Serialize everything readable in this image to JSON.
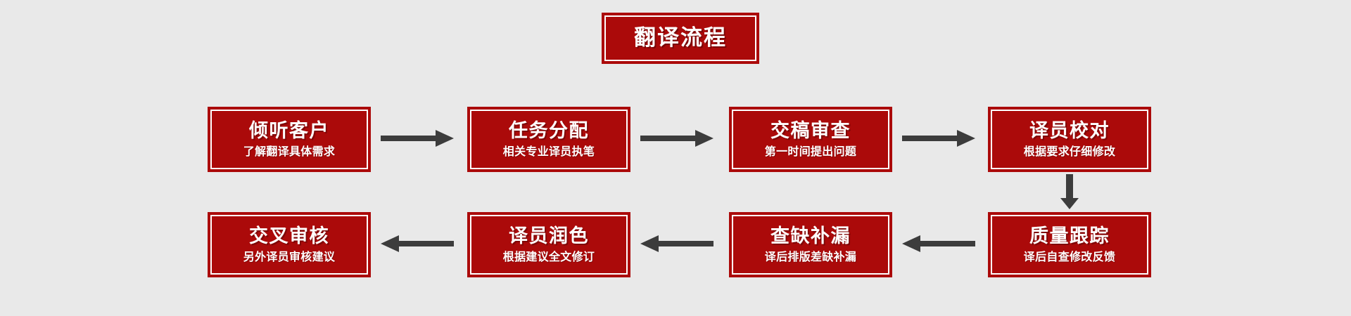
{
  "background_color": "#e9e9e9",
  "box_color": "#ab0a0a",
  "box_border_color": "#ab0a0a",
  "box_inner_border_color": "#ffffff",
  "text_color": "#ffffff",
  "arrow_color": "#3c3c3c",
  "title": {
    "text": "翻译流程"
  },
  "steps": [
    {
      "id": "step-1",
      "title": "倾听客户",
      "subtitle": "了解翻译具体需求"
    },
    {
      "id": "step-2",
      "title": "任务分配",
      "subtitle": "相关专业译员执笔"
    },
    {
      "id": "step-3",
      "title": "交稿审查",
      "subtitle": "第一时间提出问题"
    },
    {
      "id": "step-4",
      "title": "译员校对",
      "subtitle": "根据要求仔细修改"
    },
    {
      "id": "step-5",
      "title": "质量跟踪",
      "subtitle": "译后自查修改反馈"
    },
    {
      "id": "step-6",
      "title": "查缺补漏",
      "subtitle": "译后排版差缺补漏"
    },
    {
      "id": "step-7",
      "title": "译员润色",
      "subtitle": "根据建议全文修订"
    },
    {
      "id": "step-8",
      "title": "交叉审核",
      "subtitle": "另外译员审核建议"
    }
  ],
  "arrows": [
    {
      "id": "arrow-r1-a",
      "direction": "right",
      "from": "step-1",
      "to": "step-2"
    },
    {
      "id": "arrow-r1-b",
      "direction": "right",
      "from": "step-2",
      "to": "step-3"
    },
    {
      "id": "arrow-r1-c",
      "direction": "right",
      "from": "step-3",
      "to": "step-4"
    },
    {
      "id": "arrow-down",
      "direction": "down",
      "from": "step-4",
      "to": "step-5"
    },
    {
      "id": "arrow-r2-a",
      "direction": "left",
      "from": "step-5",
      "to": "step-6"
    },
    {
      "id": "arrow-r2-b",
      "direction": "left",
      "from": "step-6",
      "to": "step-7"
    },
    {
      "id": "arrow-r2-c",
      "direction": "left",
      "from": "step-7",
      "to": "step-8"
    }
  ]
}
